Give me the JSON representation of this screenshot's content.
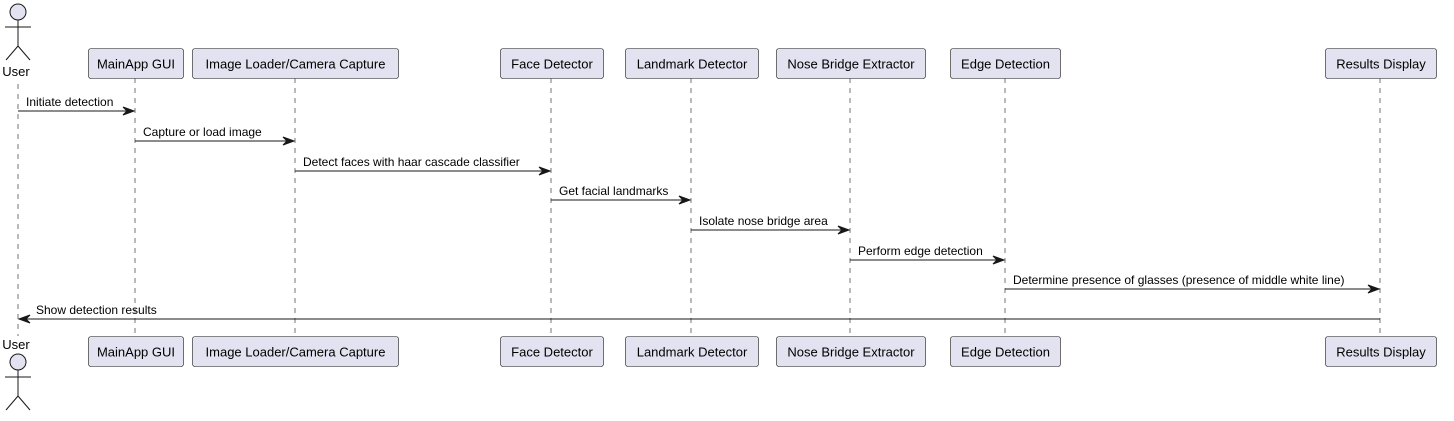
{
  "participants": [
    {
      "id": "user",
      "label": "User",
      "kind": "actor"
    },
    {
      "id": "mainapp",
      "label": "MainApp GUI",
      "kind": "participant"
    },
    {
      "id": "loader",
      "label": "Image Loader/Camera Capture",
      "kind": "participant"
    },
    {
      "id": "face",
      "label": "Face Detector",
      "kind": "participant"
    },
    {
      "id": "landmark",
      "label": "Landmark Detector",
      "kind": "participant"
    },
    {
      "id": "nose",
      "label": "Nose Bridge Extractor",
      "kind": "participant"
    },
    {
      "id": "edge",
      "label": "Edge Detection",
      "kind": "participant"
    },
    {
      "id": "results",
      "label": "Results Display",
      "kind": "participant"
    }
  ],
  "messages": [
    {
      "from": "user",
      "to": "mainapp",
      "label": "Initiate detection"
    },
    {
      "from": "mainapp",
      "to": "loader",
      "label": "Capture or load image"
    },
    {
      "from": "loader",
      "to": "face",
      "label": "Detect faces with haar cascade classifier"
    },
    {
      "from": "face",
      "to": "landmark",
      "label": "Get facial landmarks"
    },
    {
      "from": "landmark",
      "to": "nose",
      "label": "Isolate nose bridge area"
    },
    {
      "from": "nose",
      "to": "edge",
      "label": "Perform edge detection"
    },
    {
      "from": "edge",
      "to": "results",
      "label": "Determine presence of glasses (presence of middle white line)"
    },
    {
      "from": "results",
      "to": "user",
      "label": "Show detection results"
    }
  ],
  "colors": {
    "participant_fill": "#E2E2F0",
    "line": "#181818",
    "text": "#000000"
  }
}
